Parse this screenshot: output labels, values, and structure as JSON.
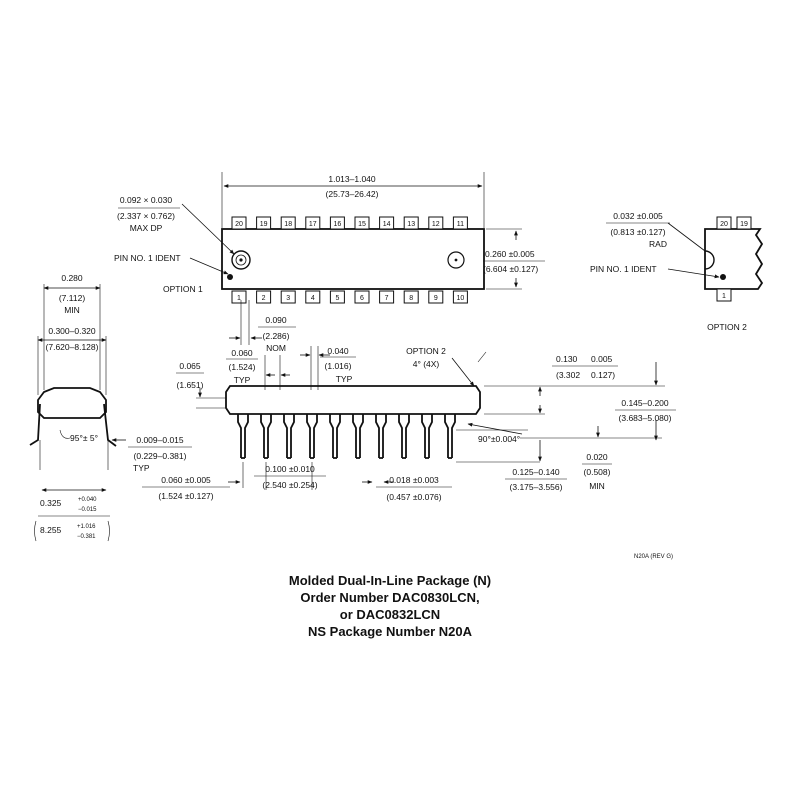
{
  "top_view": {
    "length_dim": "1.013–1.040",
    "length_dim_mm": "(25.73–26.42)",
    "dp_dim": "0.092 × 0.030",
    "dp_dim_mm": "(2.337 × 0.762)",
    "dp_note": "MAX DP",
    "pin1_label": "PIN NO. 1 IDENT",
    "option_label": "OPTION 1",
    "width_dim": "0.260 ±0.005",
    "width_dim_mm": "(6.604 ±0.127)",
    "top_pins": [
      "20",
      "19",
      "18",
      "17",
      "16",
      "15",
      "14",
      "13",
      "12",
      "11"
    ],
    "bottom_pins": [
      "1",
      "2",
      "3",
      "4",
      "5",
      "6",
      "7",
      "8",
      "9",
      "10"
    ]
  },
  "option2": {
    "rad_dim": "0.032 ±0.005",
    "rad_dim_mm": "(0.813 ±0.127)",
    "rad_note": "RAD",
    "pin1_label": "PIN NO. 1 IDENT",
    "label": "OPTION 2",
    "pins": [
      "20",
      "19",
      "1"
    ]
  },
  "end_view": {
    "min_dim": "0.280",
    "min_dim_mm": "(7.112)",
    "min_note": "MIN",
    "row_dim": "0.300–0.320",
    "row_dim_mm": "(7.620–8.128)",
    "angle": "95°± 5°",
    "lead_thk": "0.009–0.015",
    "lead_thk_mm": "(0.229–0.381)",
    "lead_thk_note": "TYP",
    "spread_val": "0.325",
    "spread_tol": [
      "+0.040",
      "−0.015"
    ],
    "spread_mm_val": "8.255",
    "spread_mm_tol": [
      "+1.016",
      "−0.381"
    ]
  },
  "side_view": {
    "nom_dim": "0.090",
    "nom_dim_mm": "(2.286)",
    "nom_note": "NOM",
    "shoulder_dim": "0.060",
    "shoulder_dim_mm": "(1.524)",
    "shoulder_note": "TYP",
    "upper_dim": "0.040",
    "upper_dim_mm": "(1.016)",
    "upper_note": "TYP",
    "opt2_label": "OPTION 2",
    "opt2_angle": "4° (4X)",
    "body_dim": "0.065",
    "body_dim_mm": "(1.651)",
    "seat_dim": "0.130",
    "seat_tol": "0.005",
    "seat_dim_mm": "(3.302",
    "seat_tol_mm": "0.127)",
    "height_dim": "0.145–0.200",
    "height_dim_mm": "(3.683–5.080)",
    "lead_angle": "90°±0.004°",
    "standoff_dim": "0.020",
    "standoff_dim_mm": "(0.508)",
    "standoff_note": "MIN",
    "lead_len_dim": "0.125–0.140",
    "lead_len_dim_mm": "(3.175–3.556)",
    "end_lead_dim": "0.060 ±0.005",
    "end_lead_dim_mm": "(1.524 ±0.127)",
    "pitch_dim": "0.100 ±0.010",
    "pitch_dim_mm": "(2.540 ±0.254)",
    "lead_w_dim": "0.018 ±0.003",
    "lead_w_dim_mm": "(0.457 ±0.076)"
  },
  "drawing_code": "N20A (REV G)",
  "caption": [
    "Molded Dual-In-Line Package (N)",
    "Order Number DAC0830LCN,",
    "or DAC0832LCN",
    "NS Package Number N20A"
  ]
}
